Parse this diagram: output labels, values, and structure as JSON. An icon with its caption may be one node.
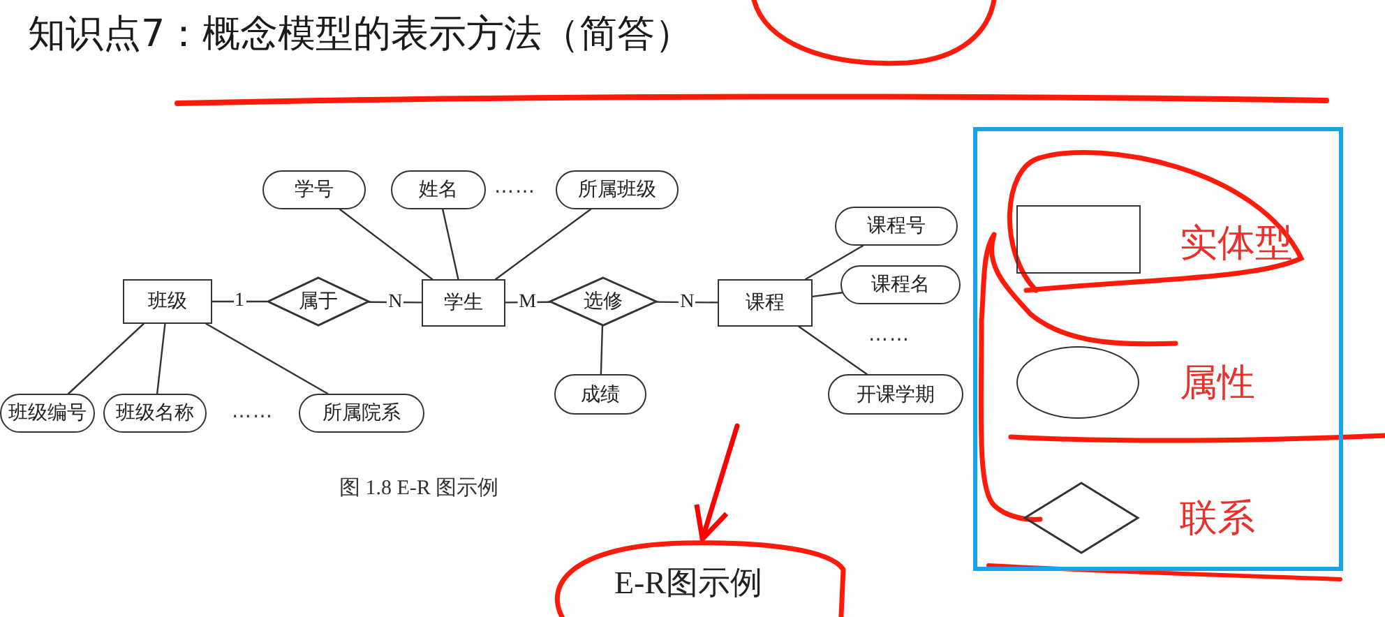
{
  "diagram": {
    "title": "知识点7：概念模型的表示方法（简答）",
    "caption": "图 1.8 E-R 图示例",
    "nodes": [
      {
        "text": [
          "学号"
        ]
      },
      {
        "text": [
          "姓名"
        ]
      },
      {
        "text": [
          "所属班级"
        ]
      },
      {
        "text": [
          "课程号"
        ]
      },
      {
        "text": [
          "班级"
        ]
      },
      {
        "text": [
          "属于"
        ]
      },
      {
        "text": [
          "学生"
        ]
      },
      {
        "text": [
          "选修"
        ]
      },
      {
        "text": [
          "课程"
        ]
      },
      {
        "text": [
          "课程名"
        ]
      },
      {
        "text": [
          "成绩"
        ]
      },
      {
        "text": [
          "开课学期"
        ]
      },
      {
        "text": [
          "班级编号"
        ]
      },
      {
        "text": [
          "班级名称"
        ]
      },
      {
        "text": [
          "所属院系"
        ]
      },
      {
        "text": [],
        "shape": "box"
      },
      {
        "text": [],
        "shape": "box",
        "in": 15,
        "beside": [
          "实体型"
        ]
      },
      {
        "text": [],
        "shape": "ellipse",
        "in": 15,
        "beside": [
          "属性"
        ]
      },
      {
        "text": [],
        "shape": "diamond",
        "in": 15,
        "beside": [
          "联系"
        ]
      },
      {
        "text": [
          "E-R图示例"
        ]
      }
    ],
    "edges": [
      {
        "from": 4,
        "to": 5,
        "arrow": "none",
        "label": "1"
      },
      {
        "from": 5,
        "to": 6,
        "arrow": "none",
        "label": "N"
      },
      {
        "from": 6,
        "to": 7,
        "arrow": "none",
        "label": "M"
      },
      {
        "from": 7,
        "to": 8,
        "arrow": "none",
        "label": "N"
      },
      {
        "from": 0,
        "to": 6,
        "arrow": "none"
      },
      {
        "from": 1,
        "to": 6,
        "arrow": "none"
      },
      {
        "from": 2,
        "to": 6,
        "arrow": "none"
      },
      {
        "from": 8,
        "to": 3,
        "arrow": "none"
      },
      {
        "from": 8,
        "to": 9,
        "arrow": "none"
      },
      {
        "from": 8,
        "to": 11,
        "arrow": "none"
      },
      {
        "from": 7,
        "to": 10,
        "arrow": "none"
      },
      {
        "from": 4,
        "to": 12,
        "arrow": "none"
      },
      {
        "from": 4,
        "to": 13,
        "arrow": "none"
      },
      {
        "from": 4,
        "to": 14,
        "arrow": "none"
      },
      {
        "from": null,
        "to": 19,
        "arrow": "to",
        "style": "thick",
        "color": "#ff0000"
      }
    ],
    "labels": [
      "……",
      "……",
      "……"
    ]
  }
}
